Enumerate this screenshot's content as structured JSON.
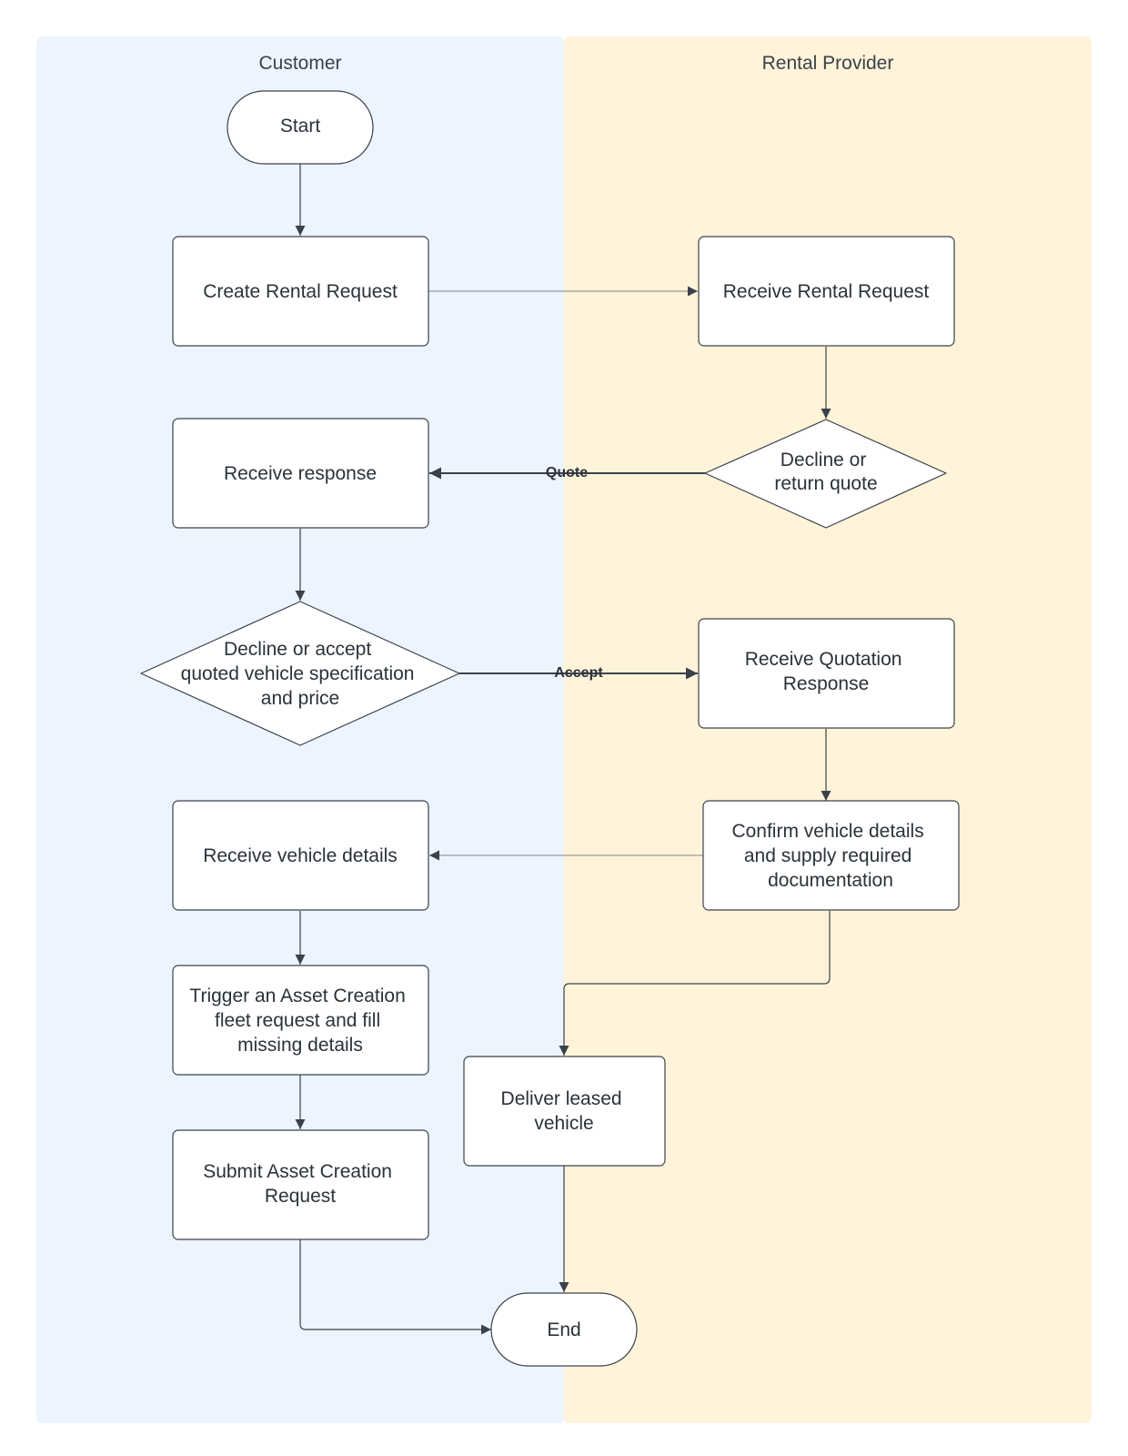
{
  "lanes": [
    {
      "title": "Customer",
      "color": "#ecf4ff"
    },
    {
      "title": "Rental Provider",
      "color": "#fff3d9"
    }
  ],
  "nodes": {
    "start": "Start",
    "create_request": "Create Rental Request",
    "receive_request": "Receive Rental Request",
    "decline_return_quote": [
      "Decline or",
      "return quote"
    ],
    "receive_response": "Receive response",
    "decline_accept": [
      "Decline or accept",
      "quoted vehicle specification",
      "and price"
    ],
    "receive_quotation": [
      "Receive Quotation",
      "Response"
    ],
    "confirm_details": [
      "Confirm vehicle details",
      "and supply required",
      "documentation"
    ],
    "receive_vehicle_details": "Receive vehicle details",
    "trigger_asset": [
      "Trigger an Asset Creation",
      "fleet request and fill",
      "missing details"
    ],
    "deliver_vehicle": [
      "Deliver leased",
      "vehicle"
    ],
    "submit_asset": [
      "Submit Asset Creation",
      "Request"
    ],
    "end": "End"
  },
  "edge_labels": {
    "quote": "Quote",
    "accept": "Accept"
  },
  "colors": {
    "stroke": "#3a414a",
    "text": "#2b323a"
  }
}
